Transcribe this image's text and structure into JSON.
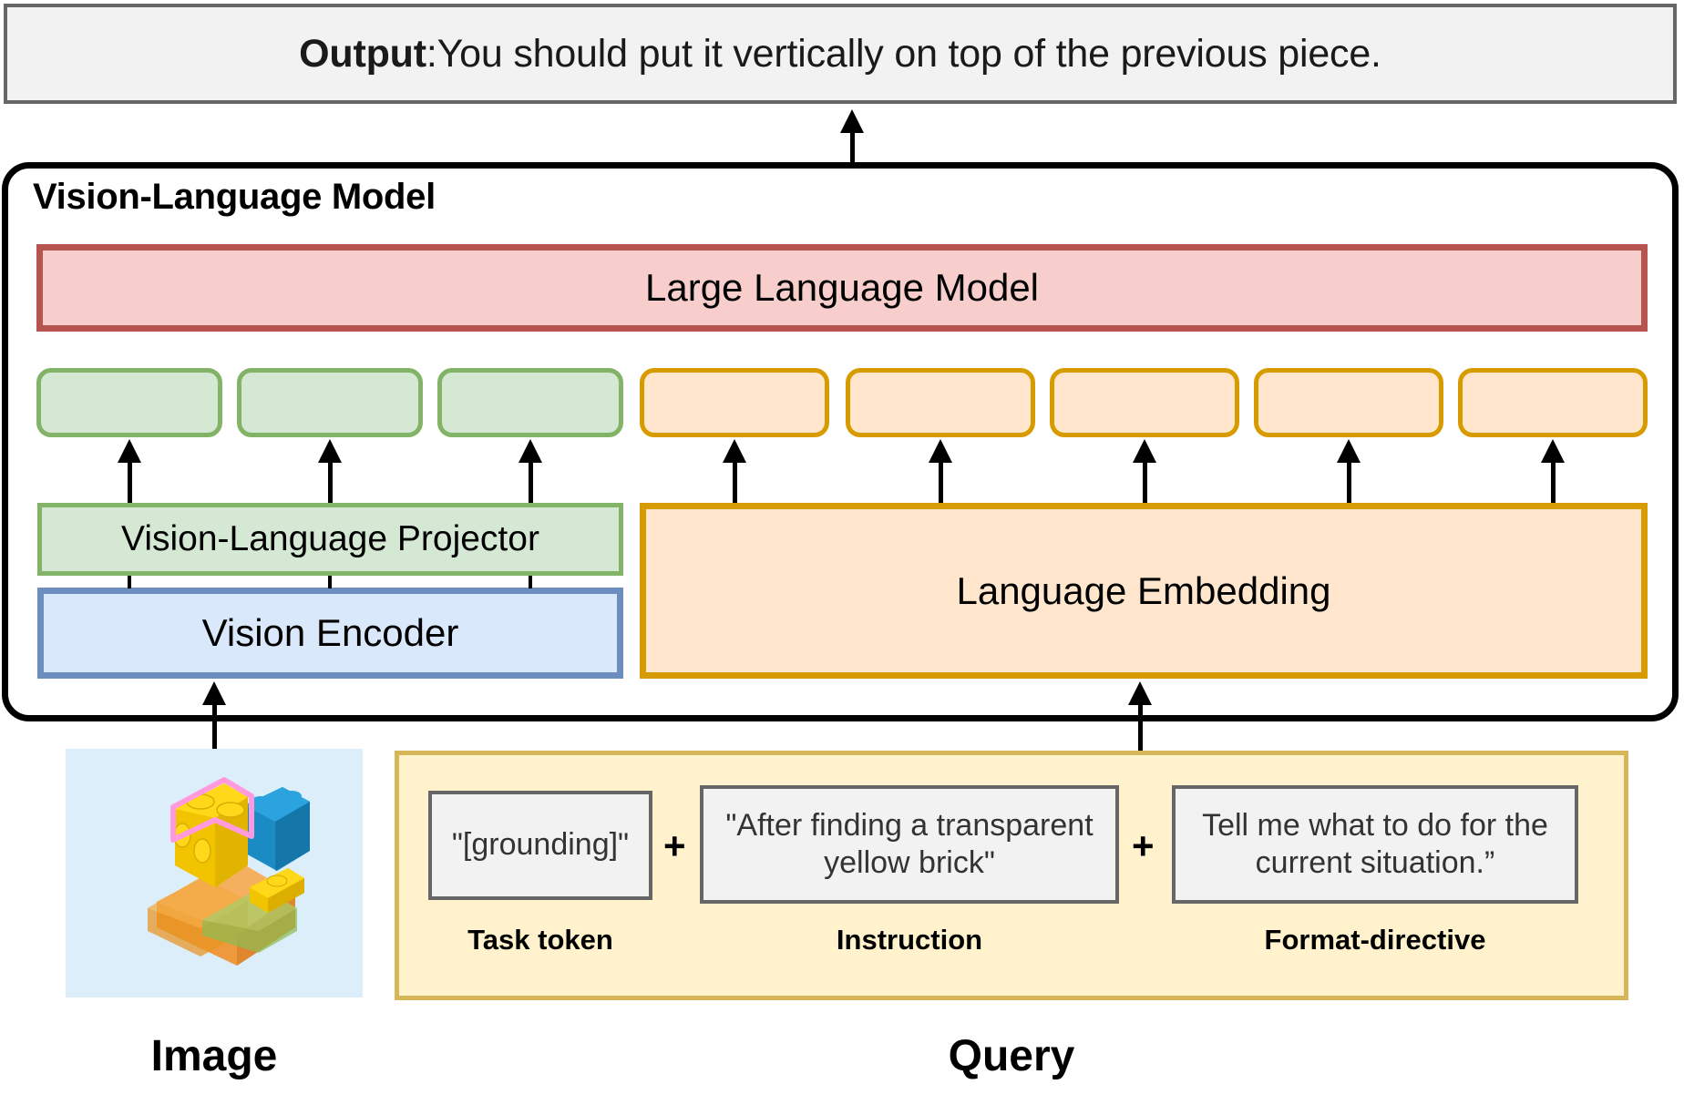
{
  "output": {
    "label": "Output",
    "separator": ": ",
    "text": "You should put it vertically on top of the previous piece."
  },
  "vlm": {
    "title": "Vision-Language Model",
    "llm_label": "Large Language Model",
    "projector_label": "Vision-Language Projector",
    "encoder_label": "Vision Encoder",
    "embedding_label": "Language Embedding",
    "vision_tokens": [
      "",
      "",
      ""
    ],
    "text_tokens": [
      "",
      "",
      "",
      "",
      ""
    ]
  },
  "bottom": {
    "image_caption": "Image",
    "query_caption": "Query"
  },
  "query": {
    "chips": [
      {
        "text": "\"[grounding]\"",
        "caption": "Task token"
      },
      {
        "text": "\"After finding a transparent yellow brick\"",
        "caption": "Instruction"
      },
      {
        "text": "Tell me what to do for the current situation.”",
        "caption": "Format-directive"
      }
    ],
    "operator": "+"
  },
  "colors": {
    "llm_fill": "#f8cecc",
    "llm_stroke": "#b85450",
    "vision_fill": "#d5e8d4",
    "vision_stroke": "#82b366",
    "encoder_fill": "#dae8fc",
    "encoder_stroke": "#6c8ebf",
    "text_fill": "#ffe6cc",
    "text_stroke": "#d79b00",
    "query_fill": "#fff2cc",
    "query_stroke": "#d6b656",
    "chip_fill": "#f2f2f2",
    "chip_stroke": "#666666",
    "thumb_bg": "#ddeefb",
    "highlight": "#ff9bdd"
  }
}
